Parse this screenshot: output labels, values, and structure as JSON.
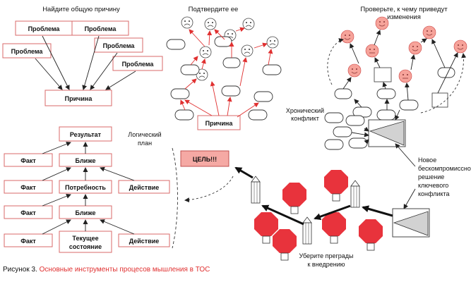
{
  "q1": {
    "title": "Найдите общую причину",
    "problem_label": "Проблема",
    "cause_label": "Причина"
  },
  "q2": {
    "title": "Подтвердите ее",
    "cause_label": "Причина"
  },
  "q3": {
    "title_line1": "Проверьте, к чему приведут",
    "title_line2": "изменения"
  },
  "q4": {
    "result_label": "Результат",
    "fact_label": "Факт",
    "closer_label": "Ближе",
    "need_label": "Потребность",
    "action_label": "Действие",
    "current_line1": "Текущее",
    "current_line2": "состояние",
    "plan_line1": "Логический",
    "plan_line2": "план"
  },
  "q5": {
    "conflict_line1": "Хронический",
    "conflict_line2": "конфликт",
    "solution_lines": [
      "Новое",
      "бескомпромиссное",
      "решение",
      "ключевого",
      "конфликта"
    ]
  },
  "q6": {
    "goal_label": "ЦЕЛЬ!!!",
    "obstacles_line1": "Уберите преграды",
    "obstacles_line2": "к внедрению"
  },
  "caption": {
    "label": "Рисунок 3.",
    "text": "Основные инструменты процесов мышления в ТОС"
  },
  "colors": {
    "accent_red": "#e03030",
    "box_border": "#d86a6a",
    "goal_fill": "#f5a9a4",
    "stop_sign": "#e8333c"
  }
}
